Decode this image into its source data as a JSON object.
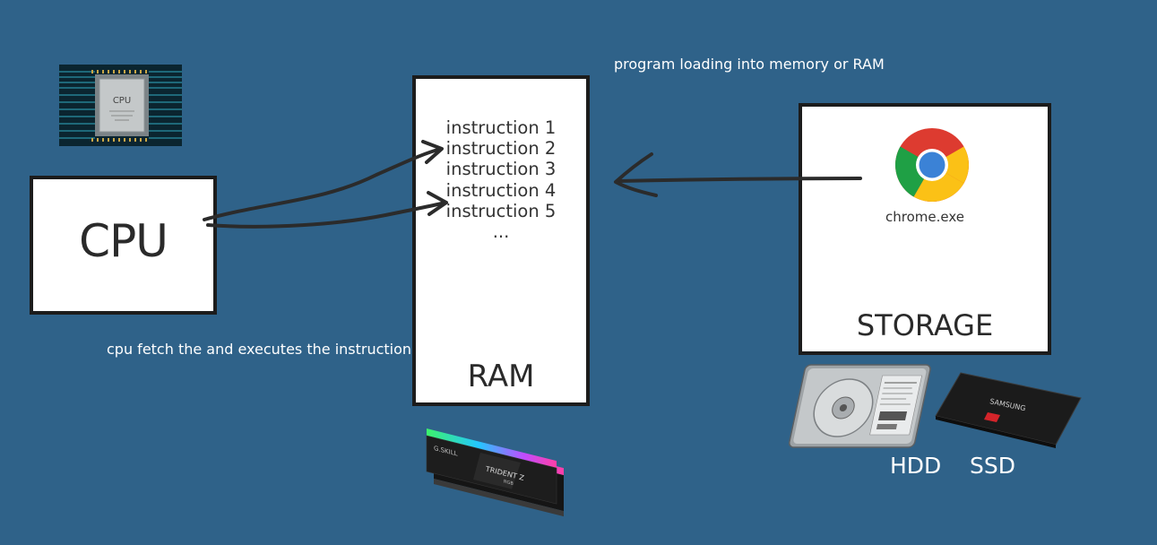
{
  "cpu": {
    "label": "CPU",
    "chip_text": "CPU"
  },
  "ram": {
    "label": "RAM",
    "instructions": [
      "instruction 1",
      "instruction 2",
      "instruction 3",
      "instruction 4",
      "instruction 5",
      "..."
    ],
    "module_brand": "G.SKILL",
    "module_name": "TRIDENT Z",
    "module_sub": "RGB"
  },
  "storage": {
    "label": "STORAGE",
    "program_file": "chrome.exe"
  },
  "captions": {
    "program_loading": "program loading into memory or RAM",
    "cpu_fetch": "cpu fetch the and executes the instruction"
  },
  "drives": {
    "hdd": "HDD",
    "ssd": "SSD",
    "ssd_brand": "SAMSUNG"
  },
  "colors": {
    "background": "#2f6289",
    "box_fill": "#ffffff",
    "box_border": "#1c1c1c",
    "arrow_stroke": "#2b2b2b",
    "caption_text": "#ffffff"
  }
}
